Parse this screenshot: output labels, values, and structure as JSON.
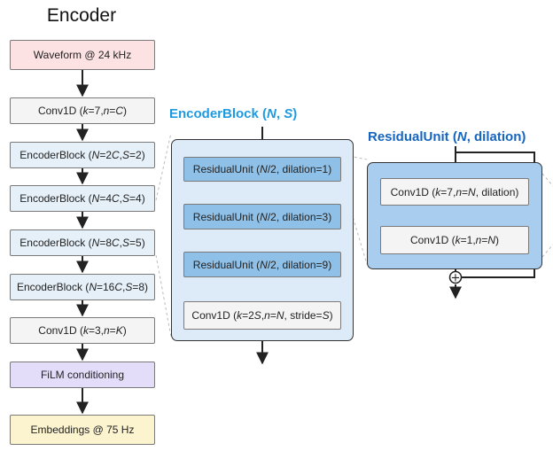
{
  "encoder": {
    "title": "Encoder",
    "nodes": [
      {
        "pre": "Waveform @ 24 kHz",
        "style": "pink"
      },
      {
        "pre": "Conv1D (",
        "v1": "k",
        "m1": "=7, ",
        "v2": "n",
        "m2": "=",
        "v3": "C",
        "post": ")",
        "style": "gray"
      },
      {
        "pre": "EncoderBlock (",
        "v1": "N",
        "m1": "=2",
        "v2": "C",
        "m2": ", ",
        "v3": "S",
        "post": "=2)",
        "style": "lblue"
      },
      {
        "pre": "EncoderBlock (",
        "v1": "N",
        "m1": "=4",
        "v2": "C",
        "m2": ", ",
        "v3": "S",
        "post": "=4)",
        "style": "lblue"
      },
      {
        "pre": "EncoderBlock (",
        "v1": "N",
        "m1": "=8",
        "v2": "C",
        "m2": ", ",
        "v3": "S",
        "post": "=5)",
        "style": "lblue"
      },
      {
        "pre": "EncoderBlock (",
        "v1": "N",
        "m1": "=16",
        "v2": "C",
        "m2": ", ",
        "v3": "S",
        "post": "=8)",
        "style": "lblue"
      },
      {
        "pre": "Conv1D (",
        "v1": "k",
        "m1": "=3, ",
        "v2": "n",
        "m2": "=",
        "v3": "K",
        "post": ")",
        "style": "gray"
      },
      {
        "pre": "FiLM conditioning",
        "style": "purp"
      },
      {
        "pre": "Embeddings @ 75 Hz",
        "style": "yell"
      }
    ]
  },
  "encoder_block": {
    "title_pre": "EncoderBlock (",
    "title_v1": "N",
    "title_mid": ", ",
    "title_v2": "S",
    "title_post": ")",
    "nodes": [
      {
        "pre": "ResidualUnit (",
        "v1": "N",
        "m1": "/2, dilation=1)",
        "style": "mblue"
      },
      {
        "pre": "ResidualUnit (",
        "v1": "N",
        "m1": "/2, dilation=3)",
        "style": "mblue"
      },
      {
        "pre": "ResidualUnit (",
        "v1": "N",
        "m1": "/2, dilation=9)",
        "style": "mblue"
      },
      {
        "pre": "Conv1D (",
        "v1": "k",
        "m1": "=2",
        "v2": "S",
        "m2": ", ",
        "v3": "n",
        "m3": "=",
        "v4": "N",
        "m4": ", stride=",
        "v5": "S",
        "post": ")",
        "style": "gray"
      }
    ]
  },
  "residual_unit": {
    "title_pre": "ResidualUnit (",
    "title_v1": "N",
    "title_post": ", dilation)",
    "nodes": [
      {
        "pre": "Conv1D (",
        "v1": "k",
        "m1": "=7, ",
        "v2": "n",
        "m2": "=",
        "v3": "N",
        "post": ", dilation)",
        "style": "gray"
      },
      {
        "pre": "Conv1D (",
        "v1": "k",
        "m1": "=1, ",
        "v2": "n",
        "m2": "=",
        "v3": "N",
        "post": ")",
        "style": "gray"
      }
    ],
    "sum_symbol": "+"
  },
  "colors": {
    "accent_blue": "#1f9ae0",
    "title_blue": "#1565c0",
    "waveform": "#fde2e4",
    "encoder_block": "#e6f0f8",
    "film": "#e4ddfa",
    "embeddings": "#fcf3cf",
    "residual_unit": "#8fc0e8"
  }
}
